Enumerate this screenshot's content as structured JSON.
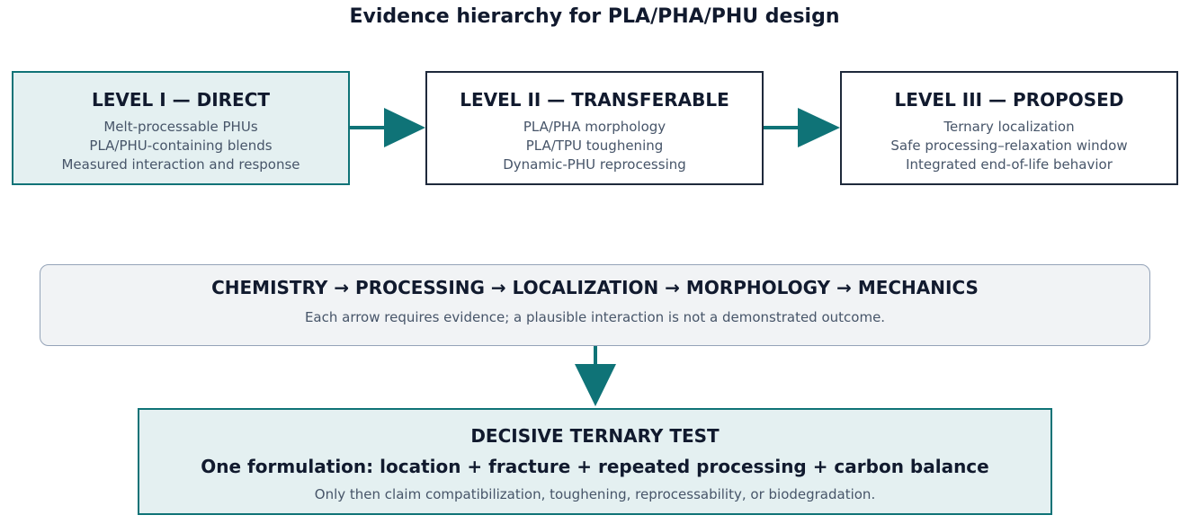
{
  "title": "Evidence hierarchy for PLA/PHA/PHU design",
  "levels": [
    {
      "title": "LEVEL I — DIRECT",
      "lines": [
        "Melt-processable PHUs",
        "PLA/PHU-containing blends",
        "Measured interaction and response"
      ]
    },
    {
      "title": "LEVEL II — TRANSFERABLE",
      "lines": [
        "PLA/PHA morphology",
        "PLA/TPU toughening",
        "Dynamic-PHU reprocessing"
      ]
    },
    {
      "title": "LEVEL III — PROPOSED",
      "lines": [
        "Ternary localization",
        "Safe processing–relaxation window",
        "Integrated end-of-life behavior"
      ]
    }
  ],
  "chain": {
    "title": "CHEMISTRY → PROCESSING → LOCALIZATION → MORPHOLOGY → MECHANICS",
    "note": "Each arrow requires evidence; a plausible interaction is not a demonstrated outcome."
  },
  "test": {
    "title": "DECISIVE TERNARY TEST",
    "subtitle": "One formulation: location + fracture + repeated processing + carbon balance",
    "note": "Only then claim compatibilization, toughening, reprocessability, or biodegradation."
  },
  "colors": {
    "accent": "#0f7377",
    "accent_fill": "#e4f0f1",
    "box_border": "#1e293b",
    "chain_fill": "#f1f3f5",
    "text_dark": "#111a2e",
    "text_muted": "#475569"
  }
}
